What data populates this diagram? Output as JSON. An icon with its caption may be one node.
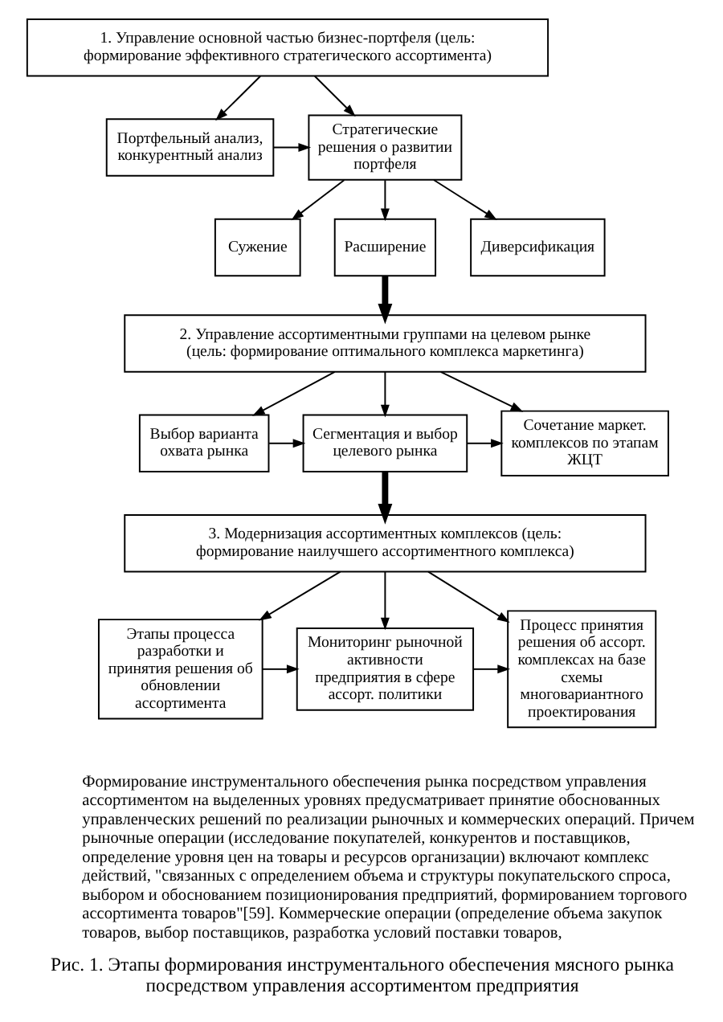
{
  "diagram": {
    "caption": "Рис. 1. Этапы формирования инструментального обеспечения мясного рынка посредством управления ассортиментом предприятия",
    "nodes": [
      {
        "text": [
          "1. Управление основной частью бизнес-портфеля (цель: формирование эффективного стратегического ассортимента)"
        ]
      },
      {
        "text": [
          "Портфельный анализ, конкурентный анализ"
        ]
      },
      {
        "text": [
          "Стратегические решения о развитии портфеля"
        ]
      },
      {
        "text": [
          "Сужение"
        ]
      },
      {
        "text": [
          "Расширение"
        ]
      },
      {
        "text": [
          "Диверсификация"
        ]
      },
      {
        "text": [
          "2. Управление ассортиментными группами на целевом рынке (цель: формирование оптимального комплекса маркетинга)"
        ]
      },
      {
        "text": [
          "Выбор варианта охвата рынка"
        ]
      },
      {
        "text": [
          "Сегментация и выбор целевого рынка"
        ]
      },
      {
        "text": [
          "Сочетание маркет. комплексов по этапам ЖЦТ"
        ]
      },
      {
        "text": [
          "3. Модернизация ассортиментных комплексов (цель: формирование наилучшего ассортиментного комплекса)"
        ]
      },
      {
        "text": [
          "Этапы процесса разработки и принятия решения об обновлении ассортимента"
        ]
      },
      {
        "text": [
          "Мониторинг рыночной активности предприятия в сфере ассорт. политики"
        ]
      },
      {
        "text": [
          "Процесс принятия решения об ассорт. комплексах на базе схемы многовариантного проектирования"
        ]
      }
    ],
    "edges": [
      {
        "from": 0,
        "to": 1,
        "arrow": "to"
      },
      {
        "from": 0,
        "to": 2,
        "arrow": "to"
      },
      {
        "from": 1,
        "to": 2,
        "arrow": "to"
      },
      {
        "from": 2,
        "to": 3,
        "arrow": "to"
      },
      {
        "from": 2,
        "to": 4,
        "arrow": "to"
      },
      {
        "from": 2,
        "to": 5,
        "arrow": "to"
      },
      {
        "from": 4,
        "to": 6,
        "arrow": "to",
        "style": "thick"
      },
      {
        "from": 6,
        "to": 7,
        "arrow": "to"
      },
      {
        "from": 6,
        "to": 8,
        "arrow": "to"
      },
      {
        "from": 6,
        "to": 9,
        "arrow": "to"
      },
      {
        "from": 7,
        "to": 8,
        "arrow": "to"
      },
      {
        "from": 8,
        "to": 9,
        "arrow": "to"
      },
      {
        "from": 8,
        "to": 10,
        "arrow": "to",
        "style": "thick"
      },
      {
        "from": 10,
        "to": 11,
        "arrow": "to"
      },
      {
        "from": 10,
        "to": 12,
        "arrow": "to"
      },
      {
        "from": 10,
        "to": 13,
        "arrow": "to"
      },
      {
        "from": 11,
        "to": 12,
        "arrow": "to"
      },
      {
        "from": 12,
        "to": 13,
        "arrow": "to"
      }
    ],
    "labels": [
      "Формирование инструментального обеспечения рынка посредством управления ассортиментом на выделенных уровнях предусматривает принятие обоснованных управленческих решений по реализации рыночных и коммерческих операций. Причем рыночные операции (исследование покупателей, конкурентов и поставщиков, определение уровня цен на товары и ресурсов организации) включают комплекс действий, \"связанных с определением объема и структуры покупательского спроса, выбором и обоснованием позиционирования предприятий, формированием торгового ассортимента товаров\"[59]. Коммерческие операции (определение объема закупок товаров, выбор поставщиков, разработка условий поставки товаров,"
    ]
  }
}
